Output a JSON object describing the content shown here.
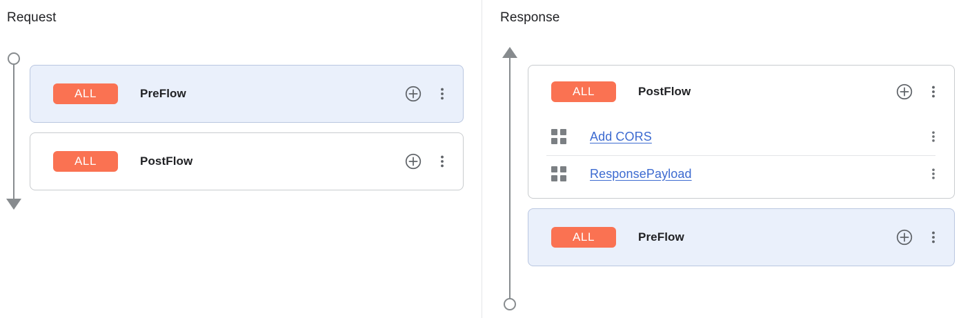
{
  "theme": {
    "badge_color": "#fa7252",
    "badge_text_color": "#ffffff",
    "link_color": "#3c6ad0",
    "selected_card_bg": "#eaf0fb",
    "selected_card_border": "#b9c6e0",
    "card_border": "#c8cbce",
    "rail_color": "#878b8e",
    "text_color": "#202124",
    "divider_color": "#e4e6e8"
  },
  "request": {
    "title": "Request",
    "rail": {
      "direction": "down",
      "start_marker": "circle",
      "end_marker": "arrowhead"
    },
    "cards": [
      {
        "badge": "ALL",
        "name": "PreFlow",
        "selected": true,
        "add_icon": "plus-circle-icon",
        "menu_icon": "more-vert-icon",
        "policies": []
      },
      {
        "badge": "ALL",
        "name": "PostFlow",
        "selected": false,
        "add_icon": "plus-circle-icon",
        "menu_icon": "more-vert-icon",
        "policies": []
      }
    ]
  },
  "response": {
    "title": "Response",
    "rail": {
      "direction": "up",
      "start_marker": "circle",
      "end_marker": "arrowhead"
    },
    "cards": [
      {
        "badge": "ALL",
        "name": "PostFlow",
        "selected": false,
        "add_icon": "plus-circle-icon",
        "menu_icon": "more-vert-icon",
        "policies": [
          {
            "icon": "policy-grid-icon",
            "label": "Add CORS",
            "menu_icon": "more-vert-icon"
          },
          {
            "icon": "policy-grid-icon",
            "label": "ResponsePayload",
            "menu_icon": "more-vert-icon"
          }
        ]
      },
      {
        "badge": "ALL",
        "name": "PreFlow",
        "selected": true,
        "add_icon": "plus-circle-icon",
        "menu_icon": "more-vert-icon",
        "policies": []
      }
    ]
  }
}
